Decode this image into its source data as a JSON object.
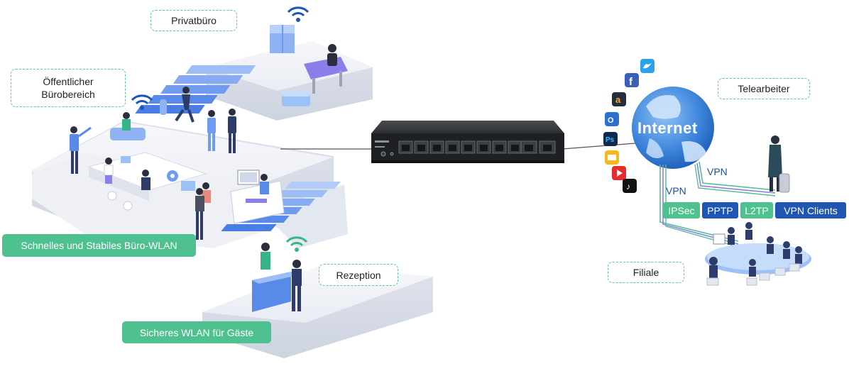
{
  "labels": {
    "private_office": "Privatbüro",
    "public_office": "Öffentlicher\nBürobereich",
    "teleworker": "Telearbeiter",
    "reception": "Rezeption",
    "branch": "Filiale"
  },
  "features": {
    "office_wlan": "Schnelles und Stabiles Büro-WLAN",
    "guest_wlan": "Sicheres WLAN für Gäste"
  },
  "internet": {
    "label": "Internet",
    "vpn_label_1": "VPN",
    "vpn_label_2": "VPN"
  },
  "vpn_types": [
    {
      "label": "IPSec",
      "color": "#4fc191"
    },
    {
      "label": "PPTP",
      "color": "#1f56b3"
    },
    {
      "label": "L2TP",
      "color": "#4fc191"
    },
    {
      "label": "VPN Clients",
      "color": "#1f56b3"
    }
  ],
  "app_icons": [
    "twitter-icon",
    "facebook-icon",
    "amazon-icon",
    "outlook-icon",
    "photoshop-icon",
    "mail-icon",
    "youtube-icon",
    "tiktok-icon"
  ],
  "colors": {
    "accent_green": "#4fc191",
    "accent_blue": "#1f56b3",
    "platform": "#eef0f5",
    "stairs": "#8fb3f2"
  }
}
